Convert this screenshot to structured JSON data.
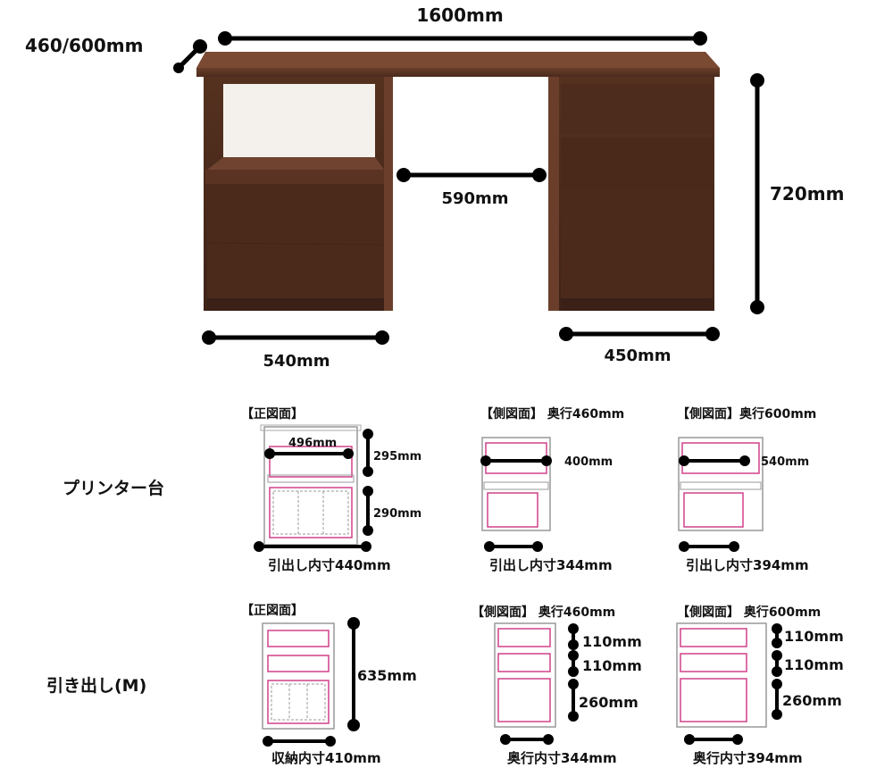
{
  "top_view": {
    "dim_width": "1600mm",
    "dim_depth": "460/600mm",
    "dim_height": "720mm",
    "dim_gap": "590mm",
    "dim_left_unit": "540mm",
    "dim_right_unit": "450mm"
  },
  "rows": {
    "printer": {
      "label": "プリンター台"
    },
    "drawer": {
      "label": "引き出し(M)"
    }
  },
  "printer_front": {
    "title": "【正図面】",
    "inner_width": "496mm",
    "upper_height": "295mm",
    "lower_height": "290mm",
    "drawer_inner": "引出し内寸440mm"
  },
  "printer_side_460": {
    "title": "【側図面】 奥行460mm",
    "shelf_depth": "400mm",
    "drawer_inner": "引出し内寸344mm"
  },
  "printer_side_600": {
    "title": "【側図面】奥行600mm",
    "shelf_depth": "540mm",
    "drawer_inner": "引出し内寸394mm"
  },
  "drawer_front": {
    "title": "【正図面】",
    "height": "635mm",
    "inner_width": "収納内寸410mm"
  },
  "drawer_side_460": {
    "title": "【側図面】 奥行460mm",
    "h1": "110mm",
    "h2": "110mm",
    "h3": "260mm",
    "inner_depth": "奥行内寸344mm"
  },
  "drawer_side_600": {
    "title": "【側図面】 奥行600mm",
    "h1": "110mm",
    "h2": "110mm",
    "h3": "260mm",
    "inner_depth": "奥行内寸394mm"
  },
  "colors": {
    "wood": "#4a2a1e",
    "wood_dark": "#3a2016",
    "wood_light": "#6a4030",
    "dim_line": "#000000",
    "pink": "#d1408a",
    "sketch": "#9a9a9a"
  }
}
